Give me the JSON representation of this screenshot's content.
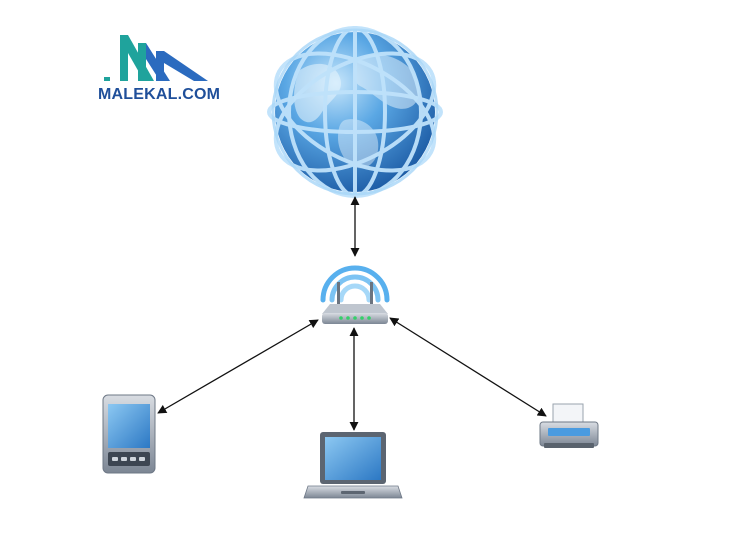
{
  "logo": {
    "text": "MALEKAL.COM",
    "colors": {
      "teal": "#1fa39c",
      "blue": "#2b6bbf",
      "text": "#1f4f9a"
    }
  },
  "diagram": {
    "nodes": [
      {
        "id": "internet",
        "icon": "globe-icon"
      },
      {
        "id": "router",
        "icon": "wifi-router-icon"
      },
      {
        "id": "smartphone",
        "icon": "smartphone-icon"
      },
      {
        "id": "laptop",
        "icon": "laptop-icon"
      },
      {
        "id": "printer",
        "icon": "printer-icon"
      }
    ],
    "links": [
      {
        "from": "internet",
        "to": "router",
        "direction": "bidirectional"
      },
      {
        "from": "router",
        "to": "smartphone",
        "direction": "bidirectional"
      },
      {
        "from": "router",
        "to": "laptop",
        "direction": "bidirectional"
      },
      {
        "from": "router",
        "to": "printer",
        "direction": "bidirectional"
      }
    ],
    "colors": {
      "globe": "#3f8fd6",
      "globe_light": "#9fd0f5",
      "wifi_wave": "#58b0ee",
      "screen": "#4a9be0",
      "device_body": "#8f9aa8",
      "arrow": "#111111"
    }
  }
}
